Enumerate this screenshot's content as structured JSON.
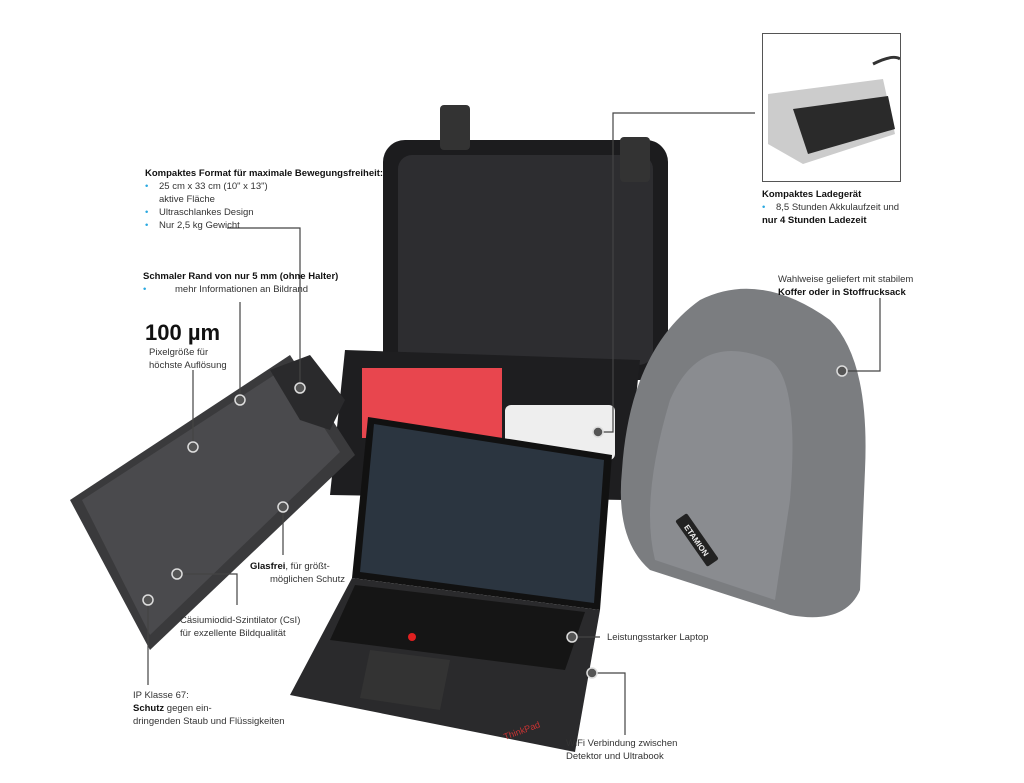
{
  "callouts": {
    "format": {
      "heading": "Kompaktes Format für maximale Bewegungsfreiheit:",
      "items": [
        "25 cm x 33 cm (10\" x 13\")",
        "aktive Fläche",
        "Ultraschlankes Design",
        "Nur 2,5 kg Gewicht"
      ]
    },
    "rand": {
      "heading": "Schmaler Rand von nur 5 mm (ohne Halter)",
      "items": [
        "mehr Informationen an Bildrand"
      ]
    },
    "pixel": {
      "value": "100 µm",
      "line1": "Pixelgröße für",
      "line2": "höchste Auflösung"
    },
    "glas": {
      "bold": "Glasfrei",
      "rest": ", für größt-",
      "line2": "möglichen Schutz"
    },
    "csi": {
      "line1": "Cäsiumiodid-Szintilator (CsI)",
      "line2": "für exzellente Bildqualität"
    },
    "ip": {
      "line1": "IP Klasse 67:",
      "bold": "Schutz",
      "rest": " gegen ein-",
      "line3": "dringenden Staub und Flüssigkeiten"
    },
    "laptop": {
      "text": "Leistungsstarker Laptop"
    },
    "wifi": {
      "line1": "WiFi Verbindung zwischen",
      "line2": "Detektor und Ultrabook"
    },
    "charger": {
      "heading": "Kompaktes Ladegerät",
      "item": "8,5 Stunden Akkulaufzeit und",
      "bold": "nur 4 Stunden Ladezeit"
    },
    "bag": {
      "line1": "Wahlweise geliefert mit stabilem",
      "bold": "Koffer oder in Stoffrucksack"
    }
  },
  "product": {
    "brand": "ETAMION",
    "laptop_brand": "ThinkPad"
  },
  "colors": {
    "bullet": "#29a8e0",
    "case_foam": "#e8464e"
  }
}
